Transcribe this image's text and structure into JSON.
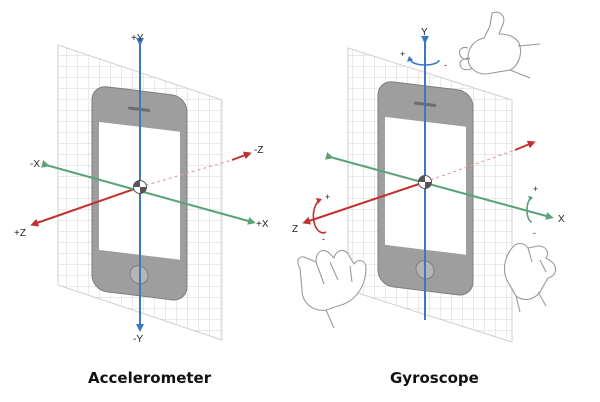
{
  "colors": {
    "y_axis": "#3b78c2",
    "x_axis": "#5aa37a",
    "z_axis": "#c0322f",
    "grid": "#d4d4d4",
    "phone_body": "#9e9e9e",
    "phone_screen": "#ffffff"
  },
  "accelerometer": {
    "caption": "Accelerometer",
    "labels": {
      "y_pos": "+Y",
      "y_neg": "-Y",
      "x_pos": "+X",
      "x_neg": "-X",
      "z_pos": "+Z",
      "z_neg": "-Z"
    }
  },
  "gyroscope": {
    "caption": "Gyroscope",
    "labels": {
      "y": "Y",
      "x": "X",
      "z": "Z",
      "y_plus": "+",
      "y_minus": "-",
      "x_plus": "+",
      "x_minus": "-",
      "z_plus": "+",
      "z_minus": "-"
    },
    "icons": [
      "thumbs-up-hand-icon",
      "left-hand-icon",
      "right-hand-icon"
    ]
  }
}
